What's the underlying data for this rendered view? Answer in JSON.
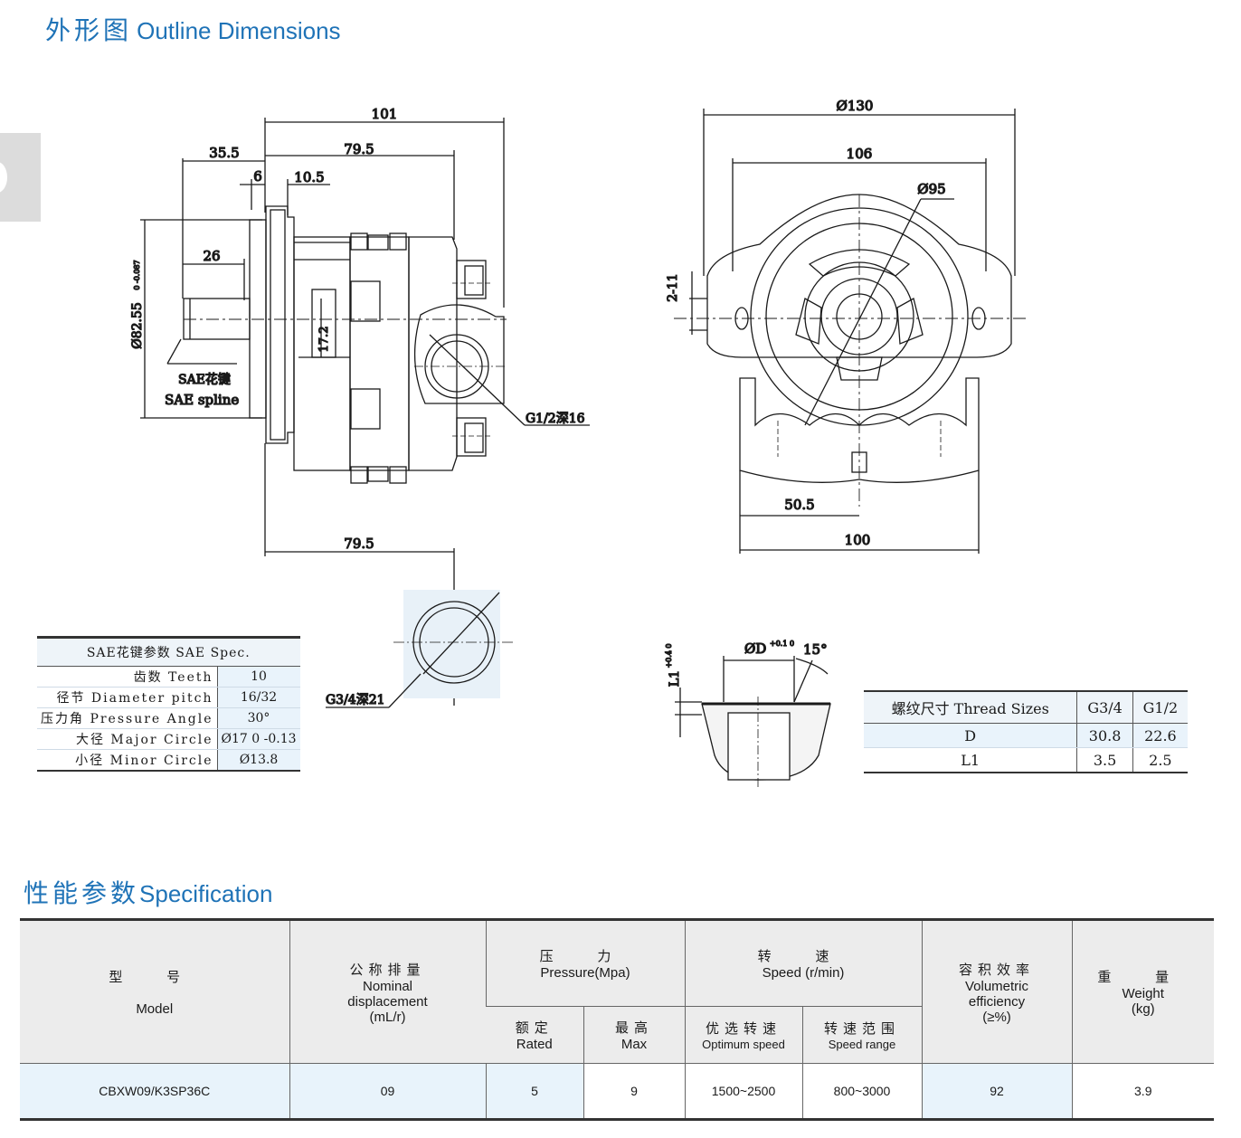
{
  "outline": {
    "title_cn": "外形图",
    "title_en": "Outline Dimensions"
  },
  "spec_section": {
    "title_cn": "性能参数",
    "title_en": "Specification"
  },
  "drawing": {
    "dims": {
      "d101": "101",
      "d35_5": "35.5",
      "d79_5": "79.5",
      "d6": "6",
      "d10_5": "10.5",
      "d26": "26",
      "d_shaft": "Ø82.55",
      "d_shaft_tol": "0 -0.087",
      "d17_2": "17.2",
      "d130": "Ø130",
      "d106": "106",
      "d95": "Ø95",
      "d2_11": "2-11",
      "d50_5": "50.5",
      "d100": "100",
      "d79_5_bottom": "79.5"
    },
    "labels": {
      "sae_cn": "SAE花键",
      "sae_en": "SAE spline",
      "g12": "G1/2深16",
      "g34": "G3/4深21",
      "od": "ØD",
      "od_tol": "+0.1 0",
      "angle": "15°",
      "l1": "L1",
      "l1_tol": "+0.4 0"
    }
  },
  "sae_spec": {
    "header": "SAE花键参数  SAE Spec.",
    "rows": [
      {
        "k": "齿数 Teeth",
        "v": "10"
      },
      {
        "k": "径节 Diameter pitch",
        "v": "16/32"
      },
      {
        "k": "压力角 Pressure Angle",
        "v": "30°"
      },
      {
        "k": "大径 Major Circle",
        "v": "Ø17 0 -0.13"
      },
      {
        "k": "小径 Minor Circle",
        "v": "Ø13.8"
      }
    ]
  },
  "thread_sizes": {
    "header": [
      "螺纹尺寸 Thread Sizes",
      "G3/4",
      "G1/2"
    ],
    "rows": [
      [
        "D",
        "30.8",
        "22.6"
      ],
      [
        "L1",
        "3.5",
        "2.5"
      ]
    ]
  },
  "spec_table": {
    "model_cn": "型 号",
    "model_en": "Model",
    "disp_cn": "公称排量",
    "disp_en1": "Nominal",
    "disp_en2": "displacement",
    "disp_unit": "(mL/r)",
    "pressure_cn": "压 力",
    "pressure_en": "Pressure(Mpa)",
    "rated_cn": "额定",
    "rated_en": "Rated",
    "max_cn": "最高",
    "max_en": "Max",
    "speed_cn": "转 速",
    "speed_en": "Speed (r/min)",
    "opt_cn": "优选转速",
    "opt_en": "Optimum speed",
    "range_cn": "转速范围",
    "range_en": "Speed range",
    "vol_cn": "容积效率",
    "vol_en1": "Volumetric",
    "vol_en2": "efficiency",
    "vol_unit": "(≥%)",
    "weight_cn": "重 量",
    "weight_en": "Weight",
    "weight_unit": "(kg)",
    "row": {
      "model": "CBXW09/K3SP36C",
      "disp": "09",
      "rated": "5",
      "max": "9",
      "opt": "1500~2500",
      "range": "800~3000",
      "vol": "92",
      "weight": "3.9"
    }
  }
}
